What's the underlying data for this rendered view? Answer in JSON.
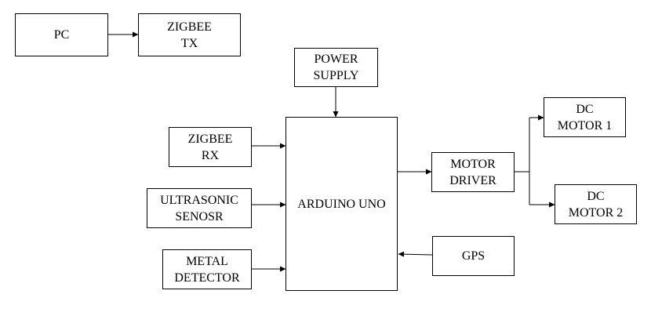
{
  "diagram": {
    "blocks": {
      "pc": [
        "PC"
      ],
      "zigbee_tx": [
        "ZIGBEE",
        "TX"
      ],
      "power_supply": [
        "POWER",
        "SUPPLY"
      ],
      "zigbee_rx": [
        "ZIGBEE",
        "RX"
      ],
      "ultrasonic": [
        "ULTRASONIC",
        "SENOSR"
      ],
      "metal_detector": [
        "METAL",
        "DETECTOR"
      ],
      "arduino": [
        "ARDUINO UNO"
      ],
      "motor_driver": [
        "MOTOR",
        "DRIVER"
      ],
      "dc_motor_1": [
        "DC",
        "MOTOR 1"
      ],
      "dc_motor_2": [
        "DC",
        "MOTOR 2"
      ],
      "gps": [
        "GPS"
      ]
    },
    "connections": [
      {
        "from": "pc",
        "to": "zigbee_tx"
      },
      {
        "from": "power_supply",
        "to": "arduino"
      },
      {
        "from": "zigbee_rx",
        "to": "arduino"
      },
      {
        "from": "ultrasonic",
        "to": "arduino"
      },
      {
        "from": "metal_detector",
        "to": "arduino"
      },
      {
        "from": "arduino",
        "to": "motor_driver"
      },
      {
        "from": "motor_driver",
        "to": "dc_motor_1"
      },
      {
        "from": "motor_driver",
        "to": "dc_motor_2"
      },
      {
        "from": "gps",
        "to": "arduino"
      }
    ],
    "colors": {
      "line": "#000000",
      "fill": "#ffffff",
      "text": "#000000"
    }
  }
}
